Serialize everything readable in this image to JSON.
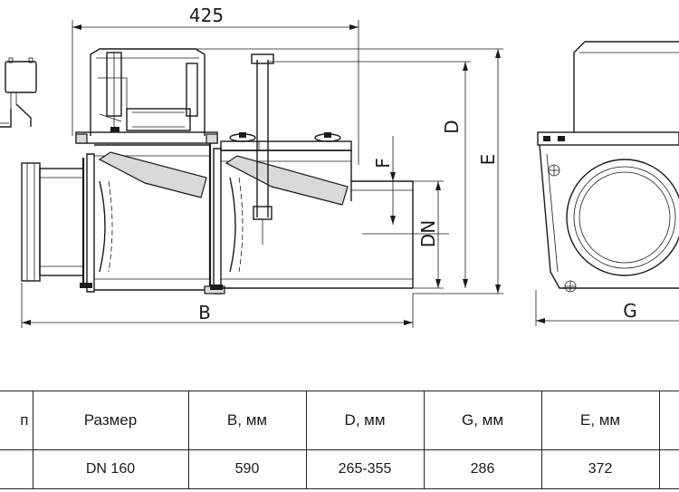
{
  "dimensions": {
    "top_width": "425",
    "B": "B",
    "D": "D",
    "E": "E",
    "F": "F",
    "DN": "DN",
    "G": "G"
  },
  "spec_table": {
    "headers": [
      "п",
      "Размер",
      "B, мм",
      "D, мм",
      "G, мм",
      "E, мм",
      ""
    ],
    "rows": [
      [
        "",
        "DN 160",
        "590",
        "265-355",
        "286",
        "372",
        ""
      ]
    ]
  }
}
